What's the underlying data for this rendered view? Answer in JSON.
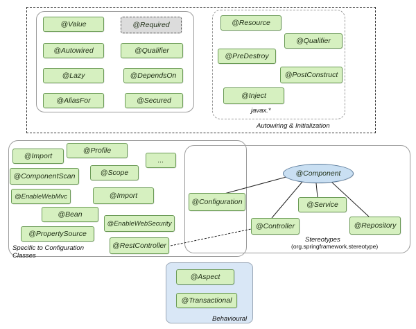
{
  "regions": {
    "autowiring_caption": "Autowiring & Initialization",
    "javax_caption": "javax.*",
    "config_caption_line1": "Specific to Configuration",
    "config_caption_line2": "Classes",
    "stereotypes_caption": "Stereotypes",
    "stereotypes_subcaption": "(org.springframework.stereotype)",
    "behavioural_caption": "Behavioural"
  },
  "core": {
    "value": "@Value",
    "required": "@Required",
    "autowired": "@Autowired",
    "qualifier": "@Qualifier",
    "lazy": "@Lazy",
    "depends_on": "@DependsOn",
    "alias_for": "@AliasFor",
    "secured": "@Secured"
  },
  "javax": {
    "resource": "@Resource",
    "qualifier": "@Qualifier",
    "pre_destroy": "@PreDestroy",
    "post_construct": "@PostConstruct",
    "inject": "@Inject"
  },
  "config": {
    "import": "@Import",
    "profile": "@Profile",
    "ellipsis": "...",
    "component_scan": "@ComponentScan",
    "scope": "@Scope",
    "enable_web_mvc": "@EnableWebMvc",
    "import2": "@Import",
    "bean": "@Bean",
    "property_source": "@PropertySource",
    "enable_web_security": "@EnableWebSecurity",
    "rest_controller": "@RestController"
  },
  "stereotypes": {
    "component": "@Component",
    "configuration": "@Configuration",
    "service": "@Service",
    "controller": "@Controller",
    "repository": "@Repository"
  },
  "behavioural": {
    "aspect": "@Aspect",
    "transactional": "@Transactional"
  },
  "colors": {
    "annotation_fill": "#d6f0c0",
    "annotation_border": "#6a9a55",
    "component_fill": "#c9dff2",
    "behavioural_fill": "#d9e7f6",
    "required_fill": "#dcdcdc"
  }
}
